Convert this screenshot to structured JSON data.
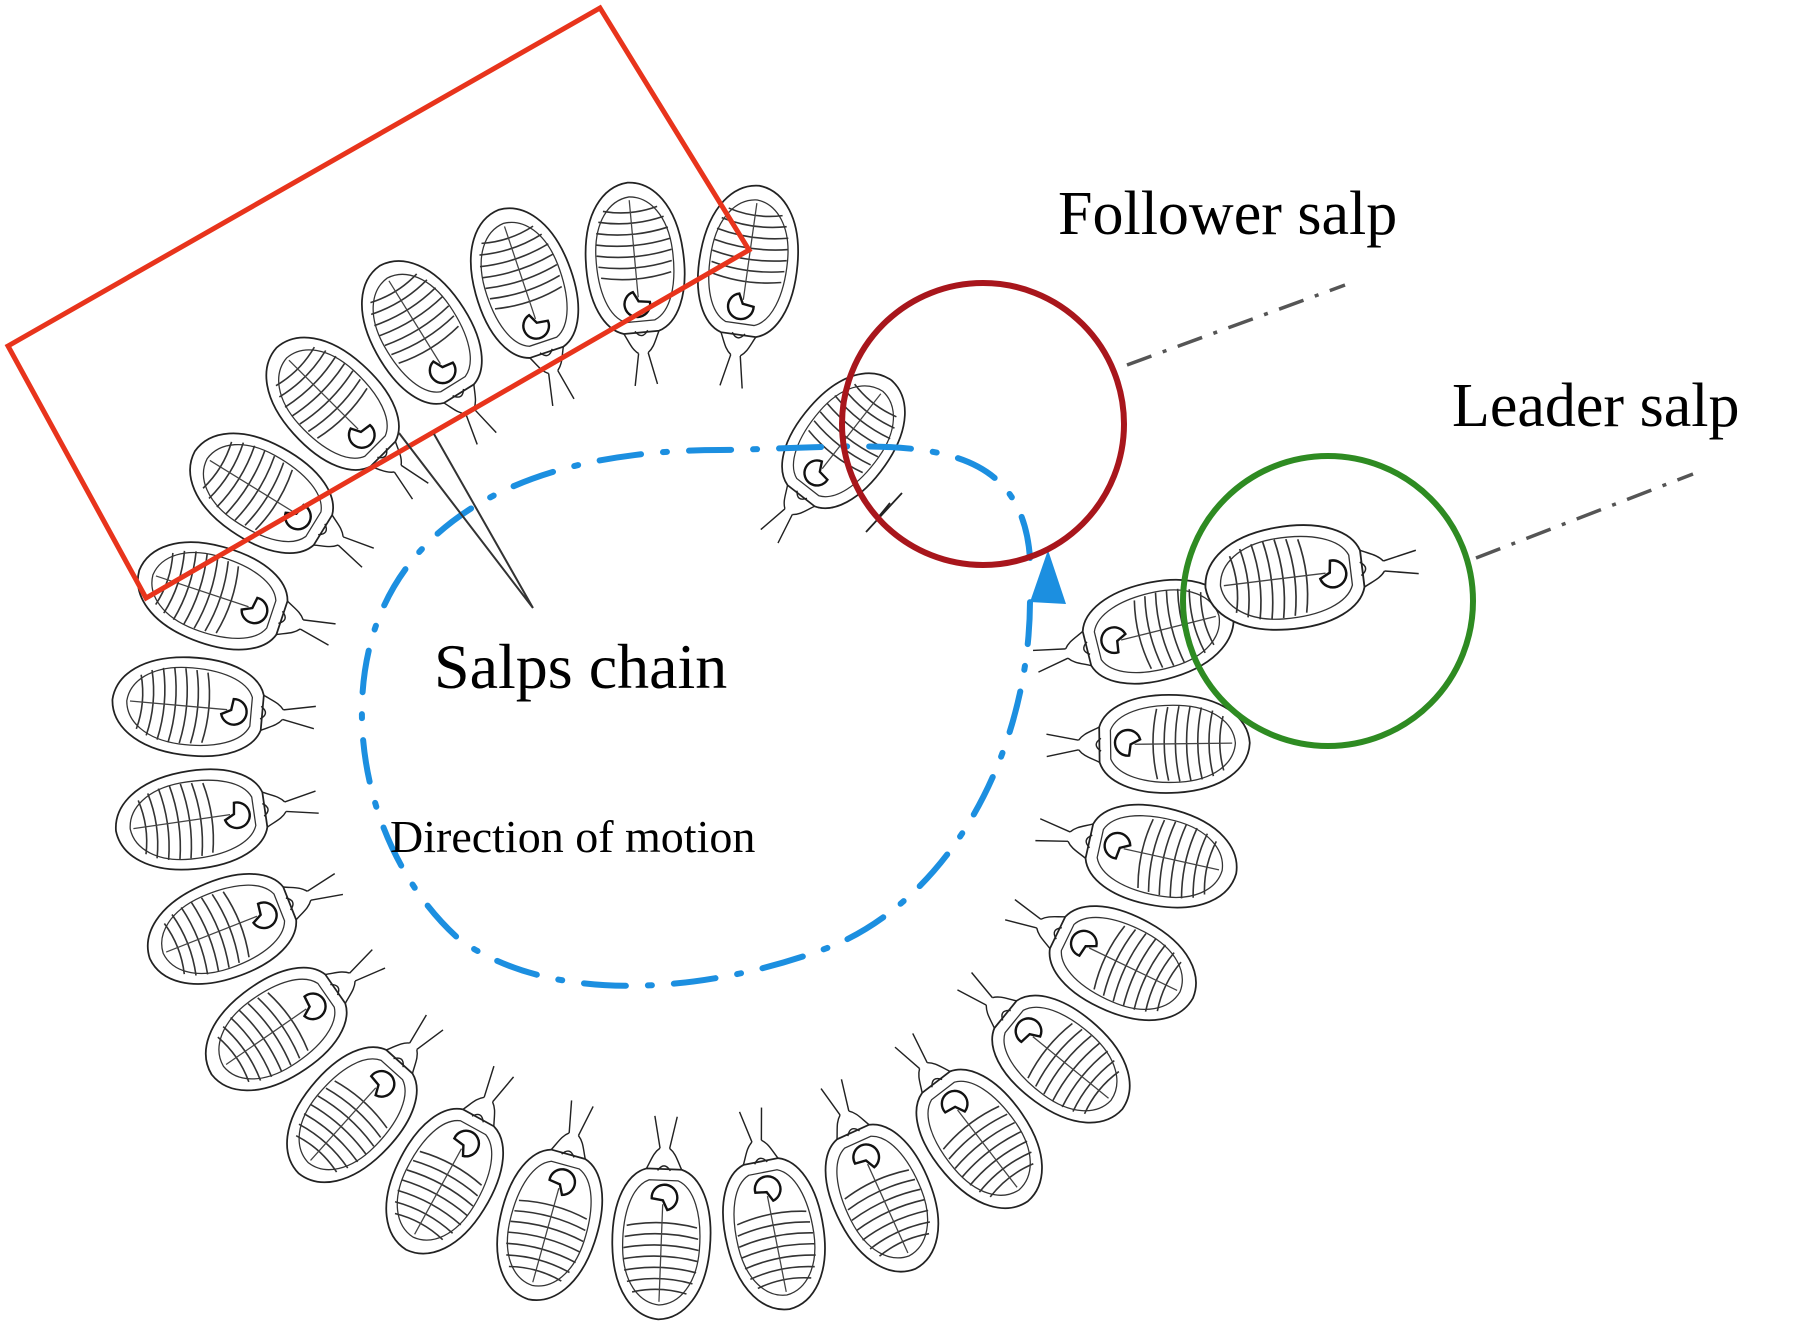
{
  "labels": {
    "follower": "Follower salp",
    "leader": "Leader salp",
    "chain": "Salps chain",
    "direction": "Direction of motion"
  },
  "colors": {
    "chain_box": "#e8341c",
    "follower_circle": "#a8161c",
    "leader_circle": "#2e8b22",
    "motion_path": "#1c8fe0",
    "leader_line": "#555555",
    "chain_pointer": "#333333"
  },
  "chain": {
    "ring_salp_count": 23
  }
}
